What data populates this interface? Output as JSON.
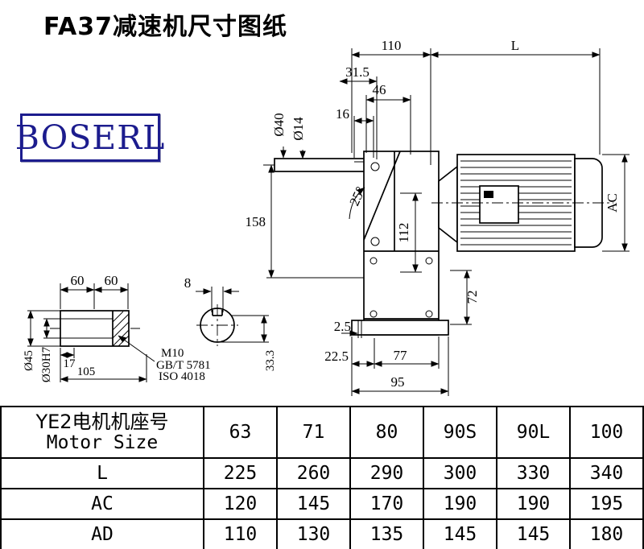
{
  "page": {
    "title": "FA37减速机尺寸图纸"
  },
  "logo": {
    "text": "BOSERL"
  },
  "drawing": {
    "dims": {
      "w110": "110",
      "wL": "L",
      "w31_5": "31.5",
      "w46": "46",
      "w16": "16",
      "dia40": "Ø40",
      "dia14": "Ø14",
      "ang25": "25°",
      "h158": "158",
      "h112": "112",
      "hAC": "AC",
      "h72": "72",
      "b2_5": "2.5",
      "b22_5": "22.5",
      "b77": "77",
      "b95": "95",
      "s60a": "60",
      "s60b": "60",
      "k8": "8",
      "dia45": "Ø45",
      "dia30h7": "Ø30H7",
      "s17": "17",
      "s105": "105",
      "m10": "M10",
      "gbt5781": "GB/T 5781",
      "iso4018": "ISO 4018",
      "k33_3": "33.3"
    }
  },
  "table": {
    "header": {
      "line1": "YE2电机机座号",
      "line2": "Motor Size"
    },
    "sizes": [
      "63",
      "71",
      "80",
      "90S",
      "90L",
      "100"
    ],
    "rows": [
      {
        "label": "L",
        "values": [
          "225",
          "260",
          "290",
          "300",
          "330",
          "340"
        ]
      },
      {
        "label": "AC",
        "values": [
          "120",
          "145",
          "170",
          "190",
          "190",
          "195"
        ]
      },
      {
        "label": "AD",
        "values": [
          "110",
          "130",
          "135",
          "145",
          "145",
          "180"
        ]
      }
    ]
  }
}
